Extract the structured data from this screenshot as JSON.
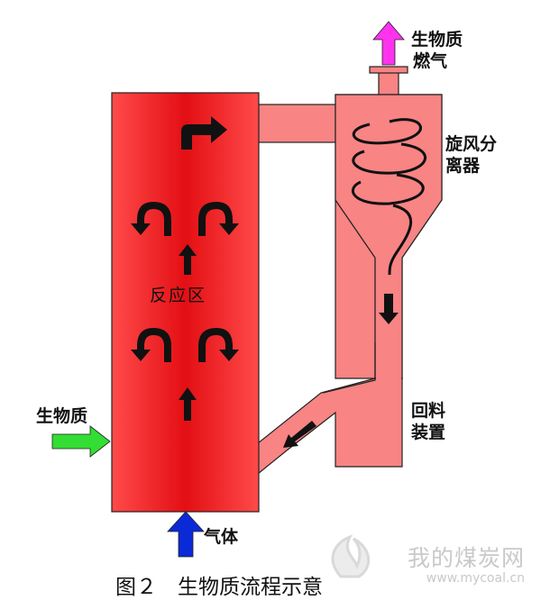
{
  "labels": {
    "biomass_gas_line1": "生物质",
    "biomass_gas_line2": "燃气",
    "cyclone_line1": "旋风分",
    "cyclone_line2": "离器",
    "reaction_zone": "反应区",
    "biomass_inlet": "生物质",
    "return_line1": "回料",
    "return_line2": "装置",
    "gas_inlet": "气体"
  },
  "caption": "图２　生物质流程示意",
  "watermark": {
    "cn": "我的煤炭网",
    "en": "www.mycoal.cn"
  },
  "colors": {
    "reactor_red": "#ff1010",
    "reactor_core": "#e81414",
    "equipment_pink": "#f88484",
    "gas_outlet_magenta": "#ff33ee",
    "biomass_arrow_green": "#33dd33",
    "gas_arrow_blue": "#0a2ad8",
    "watermark_grey": "#c9c9c9"
  },
  "icons": [
    "up-arrow-icon",
    "u-turn-arrow-icon",
    "turn-right-arrow-icon",
    "down-arrow-icon",
    "spiral-flow-icon",
    "flame-logo-icon"
  ]
}
